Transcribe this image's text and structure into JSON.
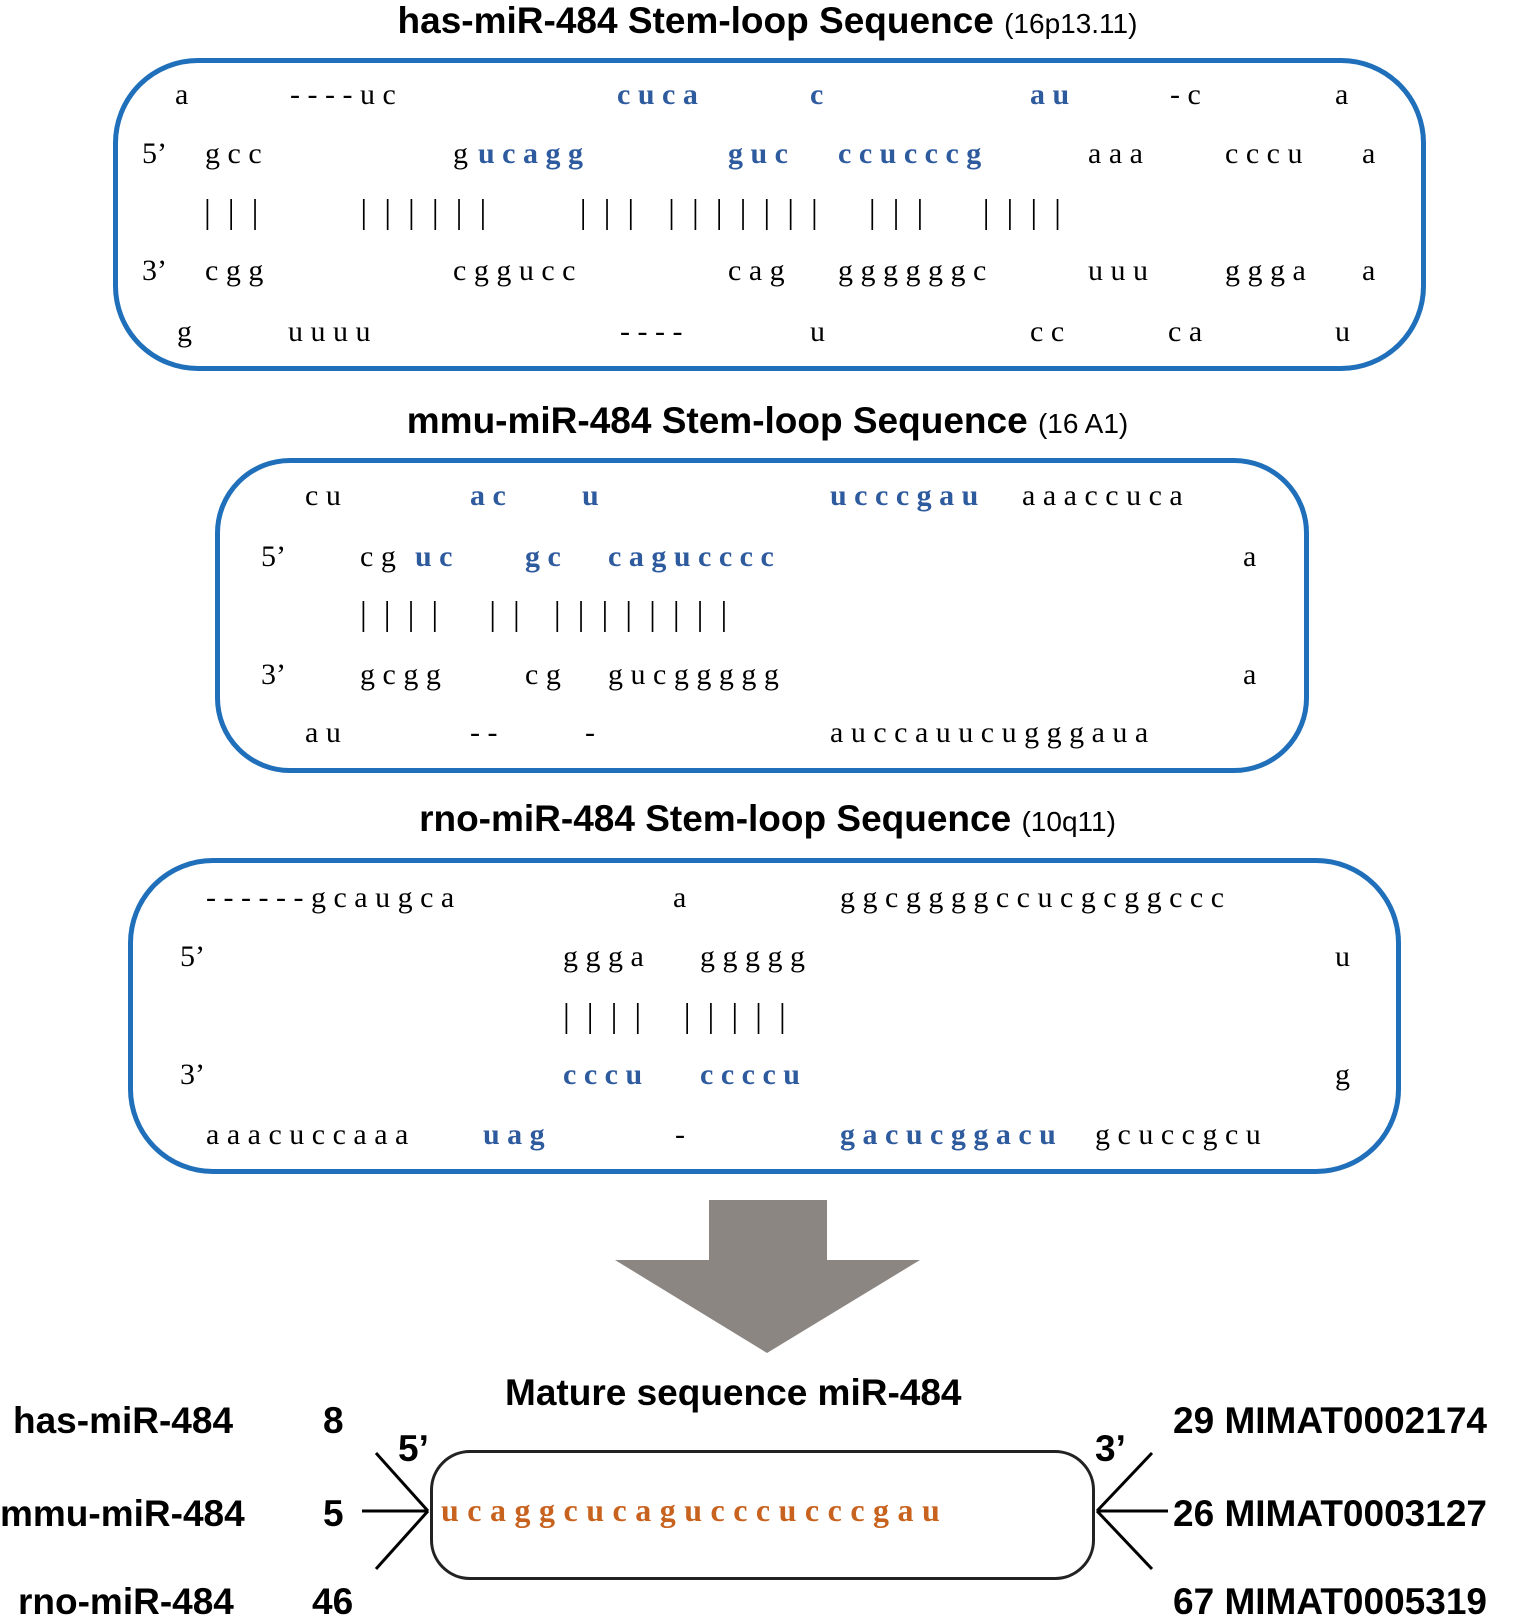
{
  "panels": [
    {
      "id": "hsa",
      "name": "has-miR-484 Stem-loop Sequence",
      "location": "(16p13.11)",
      "label5": "5’",
      "label3": "3’",
      "row1": "a",
      "row1b": "- - - - u c",
      "row1c": "c u c a",
      "row1d": "c",
      "row1e": "a u",
      "row1f": "- c",
      "row1g": "a",
      "row2a": "g c c",
      "row2b": "g",
      "row2c": "u c a g g",
      "row2d": "g u c",
      "row2e": "c c u c c c g",
      "row2f": "a a a",
      "row2g": "c c c u",
      "row2h": "a",
      "bars": "|  |  |            |  |  |  |  |  |           |  |  |    |  |  |  |  |  |  |      |  |  |       |  |  |  |",
      "row4a": "c g g",
      "row4b": "c g g u c c",
      "row4c": "c a g",
      "row4d": "g g g g g g c",
      "row4e": "u u u",
      "row4f": "g g g a",
      "row4g": "a",
      "row5a": "g",
      "row5b": "u u u u",
      "row5c": "- - - -",
      "row5d": "u",
      "row5e": "c c",
      "row5f": "c a",
      "row5g": "u"
    },
    {
      "id": "mmu",
      "name": "mmu-miR-484 Stem-loop Sequence",
      "location": "(16 A1)",
      "label5": "5’",
      "label3": "3’",
      "row1a": "c u",
      "row1b": "a c",
      "row1c": "u",
      "row1d": "u c c c g a u",
      "row1e": "a a a c c u c a",
      "row2a": "c g",
      "row2b": "u c",
      "row2c": "g c",
      "row2d": "c a g u c c c c",
      "row2e": "a",
      "bars": "|  |  |  |      |  |    |  |  |  |  |  |  |  |",
      "row4a": "g c g g",
      "row4b": "c g",
      "row4c": "g u c g g g g g",
      "row4d": "a",
      "row5a": "a u",
      "row5b": "- -",
      "row5c": "-",
      "row5d": "a u c c a u u c u g g g a u a"
    },
    {
      "id": "rno",
      "name": "rno-miR-484 Stem-loop Sequence",
      "location": "(10q11)",
      "label5": "5’",
      "label3": "3’",
      "row1a": "- - - - - - g c a u g c a",
      "row1b": "a",
      "row1c": "g g c g g g g c c u c g c g g c c c",
      "row2a": "g g g a",
      "row2b": "g g g g g",
      "row2c": "u",
      "bars": "|  |  |  |     |  |  |  |  |",
      "row4a": "c c c u",
      "row4b": "c c c c u",
      "row4c": "g",
      "row5a": "a a a c u c c a a a",
      "row5b": "u a g",
      "row5c": "-",
      "row5d": "g a c u c g g a c u",
      "row5e": "g c u c c g c u"
    }
  ],
  "mature": {
    "title": "Mature sequence miR-484",
    "sequence": "ucaggcucagucccucccgau",
    "end5": "5’",
    "end3": "3’",
    "species": [
      {
        "name": "has-miR-484",
        "start": "8",
        "end": "29",
        "accession": "MIMAT0002174"
      },
      {
        "name": "mmu-miR-484",
        "start": "5",
        "end": "26",
        "accession": "MIMAT0003127"
      },
      {
        "name": "rno-miR-484",
        "start": "46",
        "end": "67",
        "accession": "MIMAT0005319"
      }
    ]
  },
  "colors": {
    "box_border": "#1f6fba",
    "highlight": "#2e5a9e",
    "mature_seq": "#c8621f",
    "arrow": "#8c8682"
  }
}
